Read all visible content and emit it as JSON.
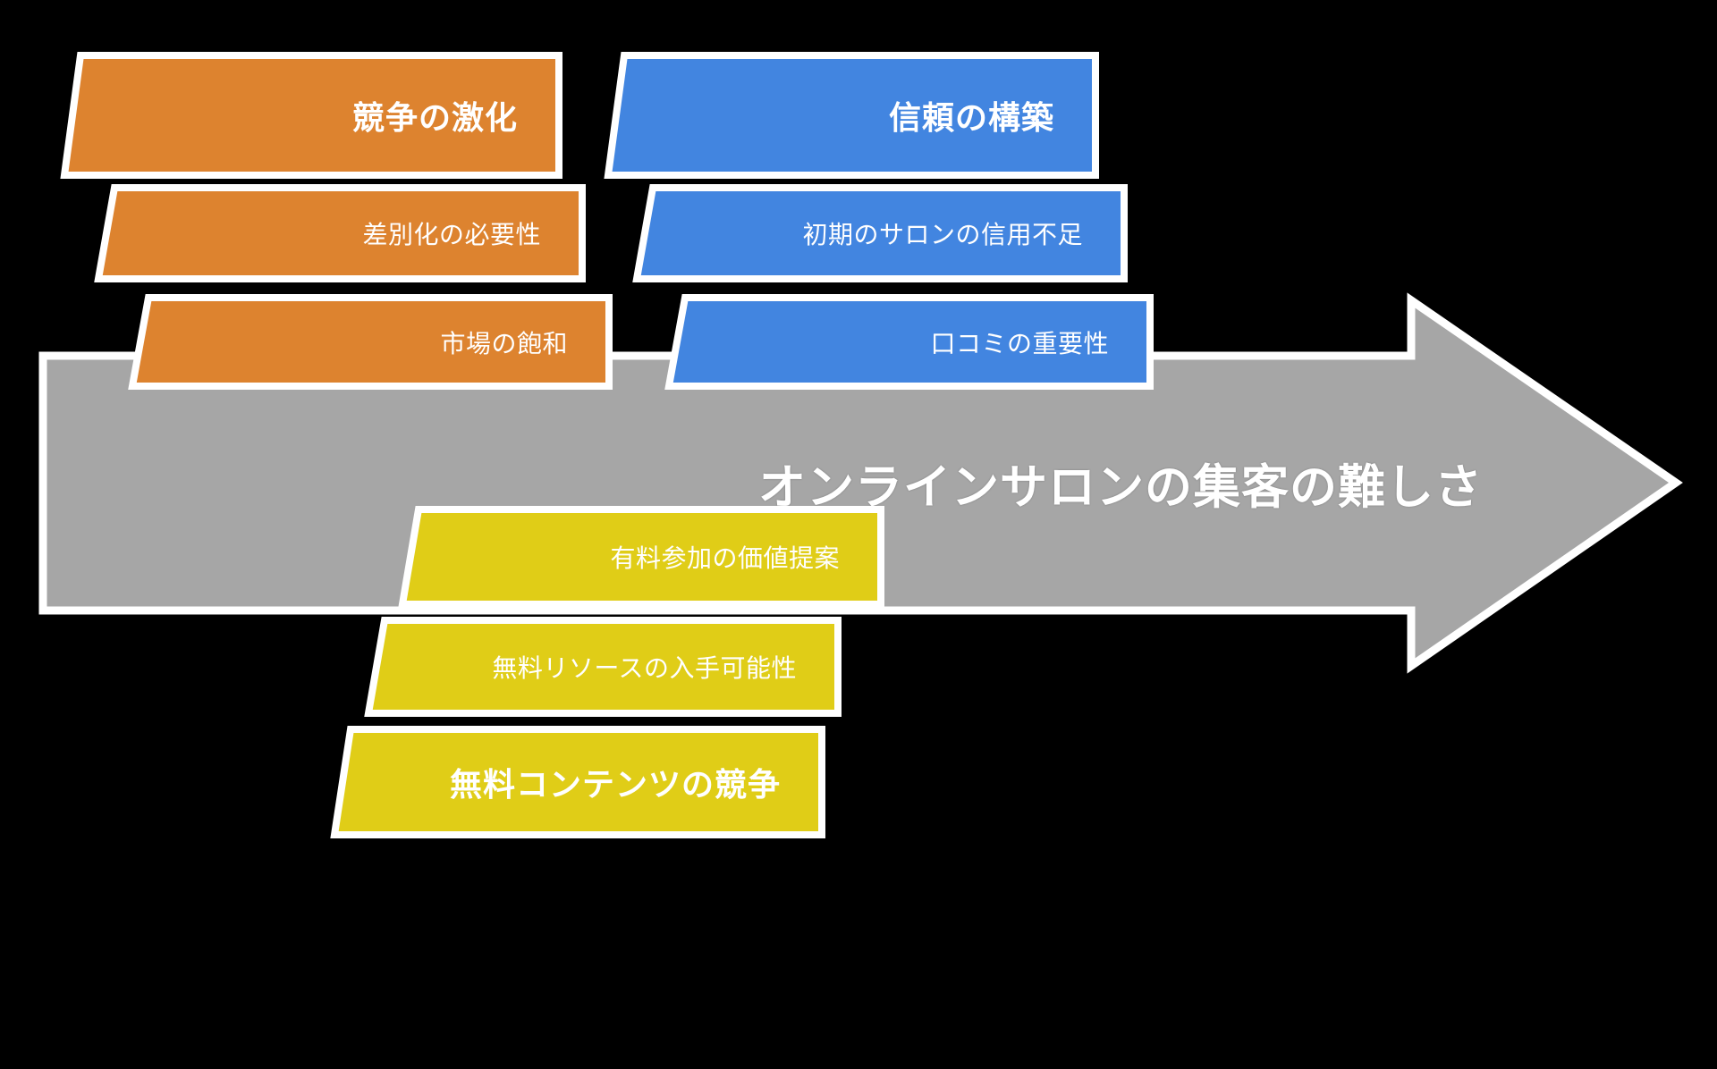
{
  "diagram": {
    "background_color": "#000000",
    "main": {
      "title": "オンラインサロンの集客の難しさ",
      "arrow_color": "#A6A6A6",
      "arrow_direction": "right"
    },
    "groups": [
      {
        "id": "competition",
        "color": "#DD832F",
        "header": "競争の激化",
        "items": [
          "差別化の必要性",
          "市場の飽和"
        ]
      },
      {
        "id": "trust",
        "color": "#4285E0",
        "header": "信頼の構築",
        "items": [
          "初期のサロンの信用不足",
          "口コミの重要性"
        ]
      },
      {
        "id": "free-content",
        "color": "#E0CD17",
        "header": "無料コンテンツの競争",
        "items": [
          "有料参加の価値提案",
          "無料リソースの入手可能性"
        ]
      }
    ]
  }
}
